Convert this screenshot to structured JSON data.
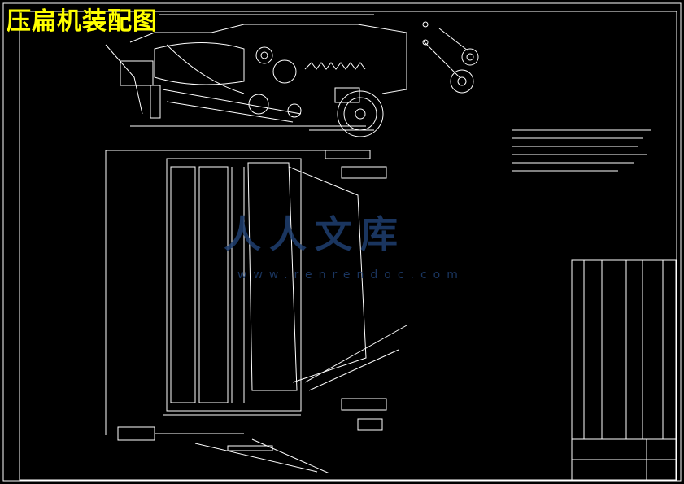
{
  "title": "压扁机装配图",
  "watermark": {
    "text": "人人文库",
    "url": "www.renrendoc.com"
  },
  "colors": {
    "background": "#000000",
    "title": "#ffff00",
    "line": "#ffffff",
    "watermark": "#1f3f70"
  }
}
